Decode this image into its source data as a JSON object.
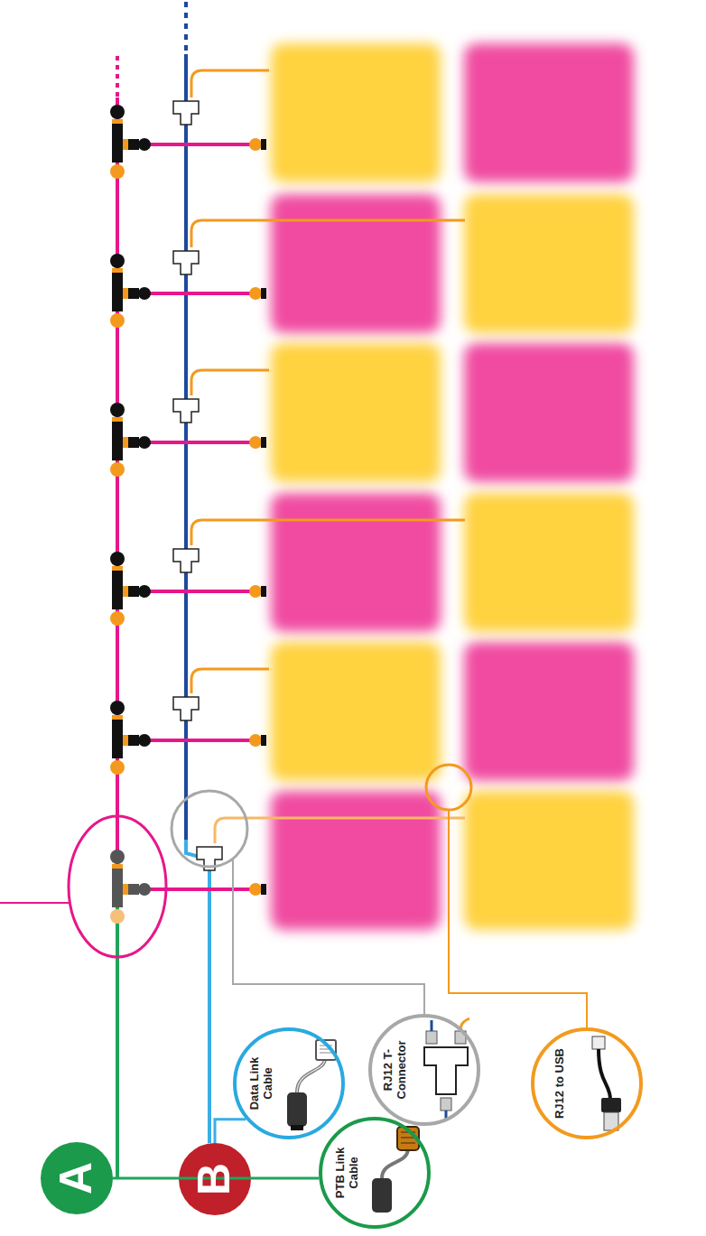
{
  "diagram": {
    "nodes": [
      {
        "text": [
          "A"
        ]
      },
      {
        "text": [
          "B"
        ]
      },
      {
        "text": [
          "Data Link Cable"
        ]
      },
      {
        "text": [
          "RJ12 T-Connector"
        ]
      },
      {
        "text": [
          "RJ12 to USB"
        ]
      },
      {
        "text": [
          "PTB Link Cable"
        ]
      }
    ],
    "edges": [
      {
        "from": 0,
        "to": 5,
        "arrow": "none"
      },
      {
        "from": 1,
        "to": 2,
        "arrow": "none"
      }
    ]
  }
}
